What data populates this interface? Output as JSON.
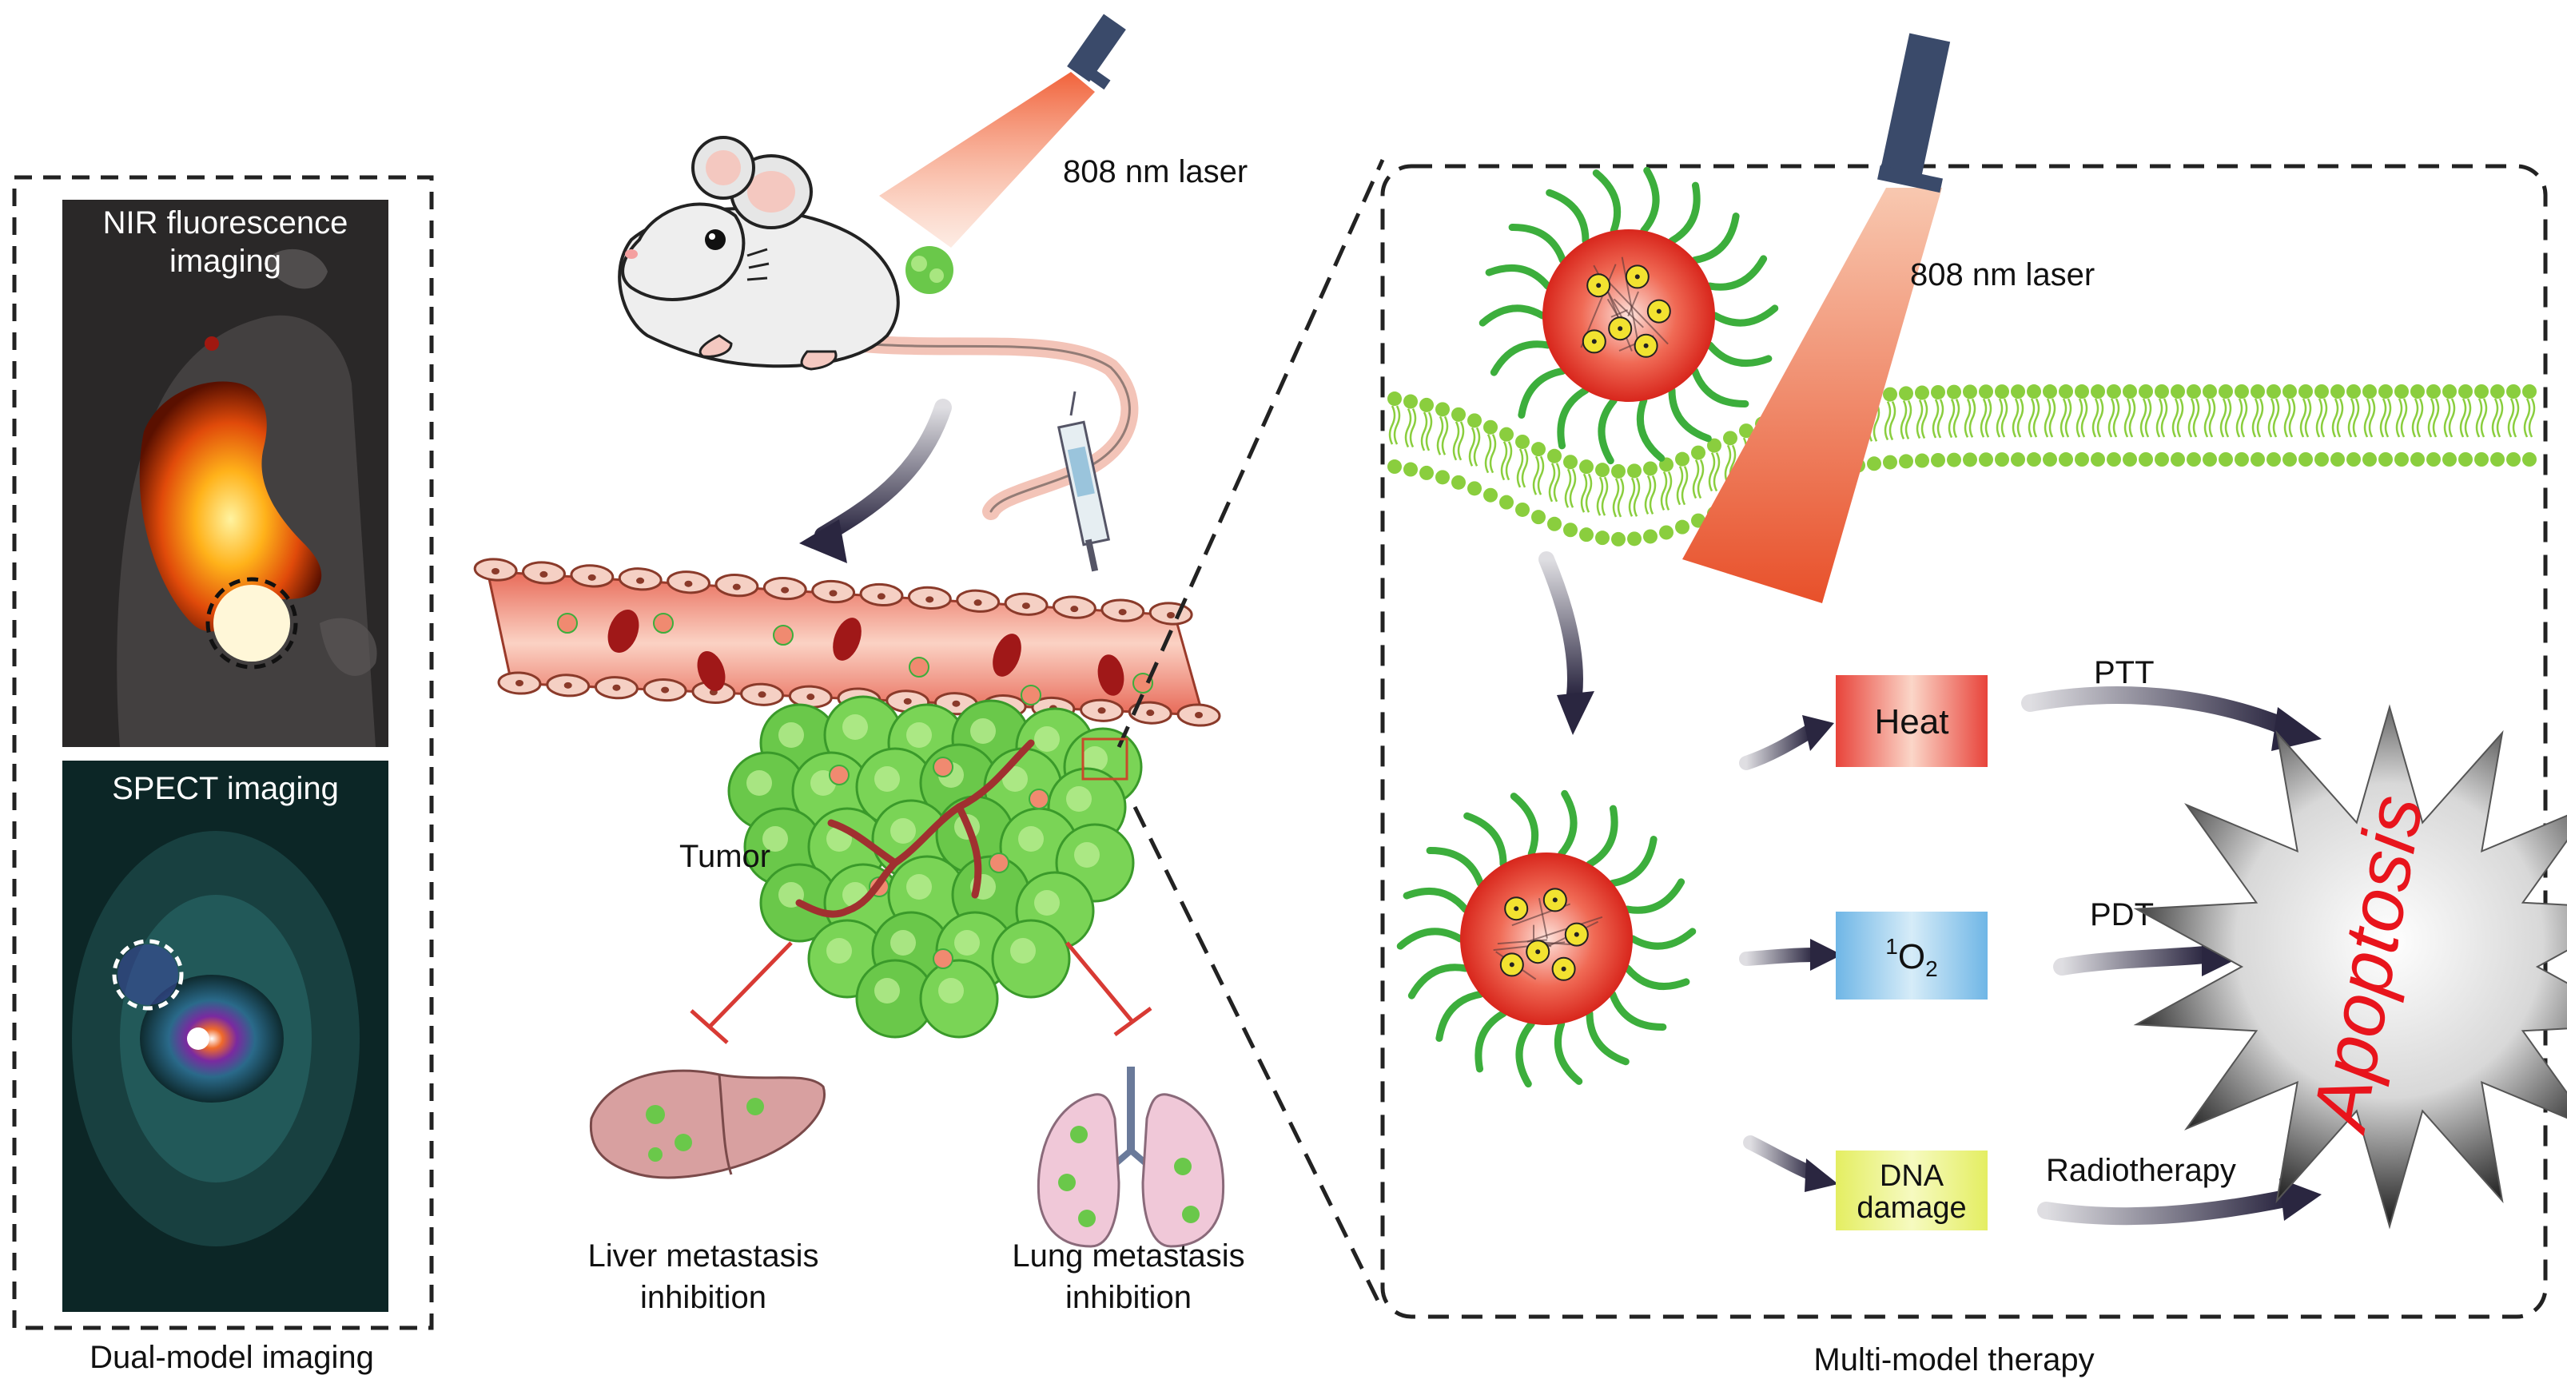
{
  "imaging": {
    "panel_title": "Dual-model imaging",
    "nir_line1": "NIR fluorescence",
    "nir_line2": "imaging",
    "spect": "SPECT imaging"
  },
  "mouse_laser": "808 nm laser",
  "tumor": "Tumor",
  "liver_line1": "Liver metastasis",
  "liver_line2": "inhibition",
  "lung_line1": "Lung metastasis",
  "lung_line2": "inhibition",
  "therapy": {
    "panel_title": "Multi-model therapy",
    "laser": "808 nm laser",
    "heat": "Heat",
    "singlet_sup": "1",
    "singlet_o": "O",
    "singlet_sub": "2",
    "dna_line1": "DNA",
    "dna_line2": "damage",
    "ptt": "PTT",
    "pdt": "PDT",
    "radiotherapy": "Radiotherapy",
    "apoptosis": "Apoptosis"
  },
  "colors": {
    "heat_box": "#e8433a",
    "singlet_box": "#6fb6e6",
    "dna_box": "#e4ee62",
    "arrow": "#2a2640",
    "nanoparticle": "#e8322a",
    "ligand": "#3cae3c",
    "apoptosis_text": "#e8141c"
  }
}
